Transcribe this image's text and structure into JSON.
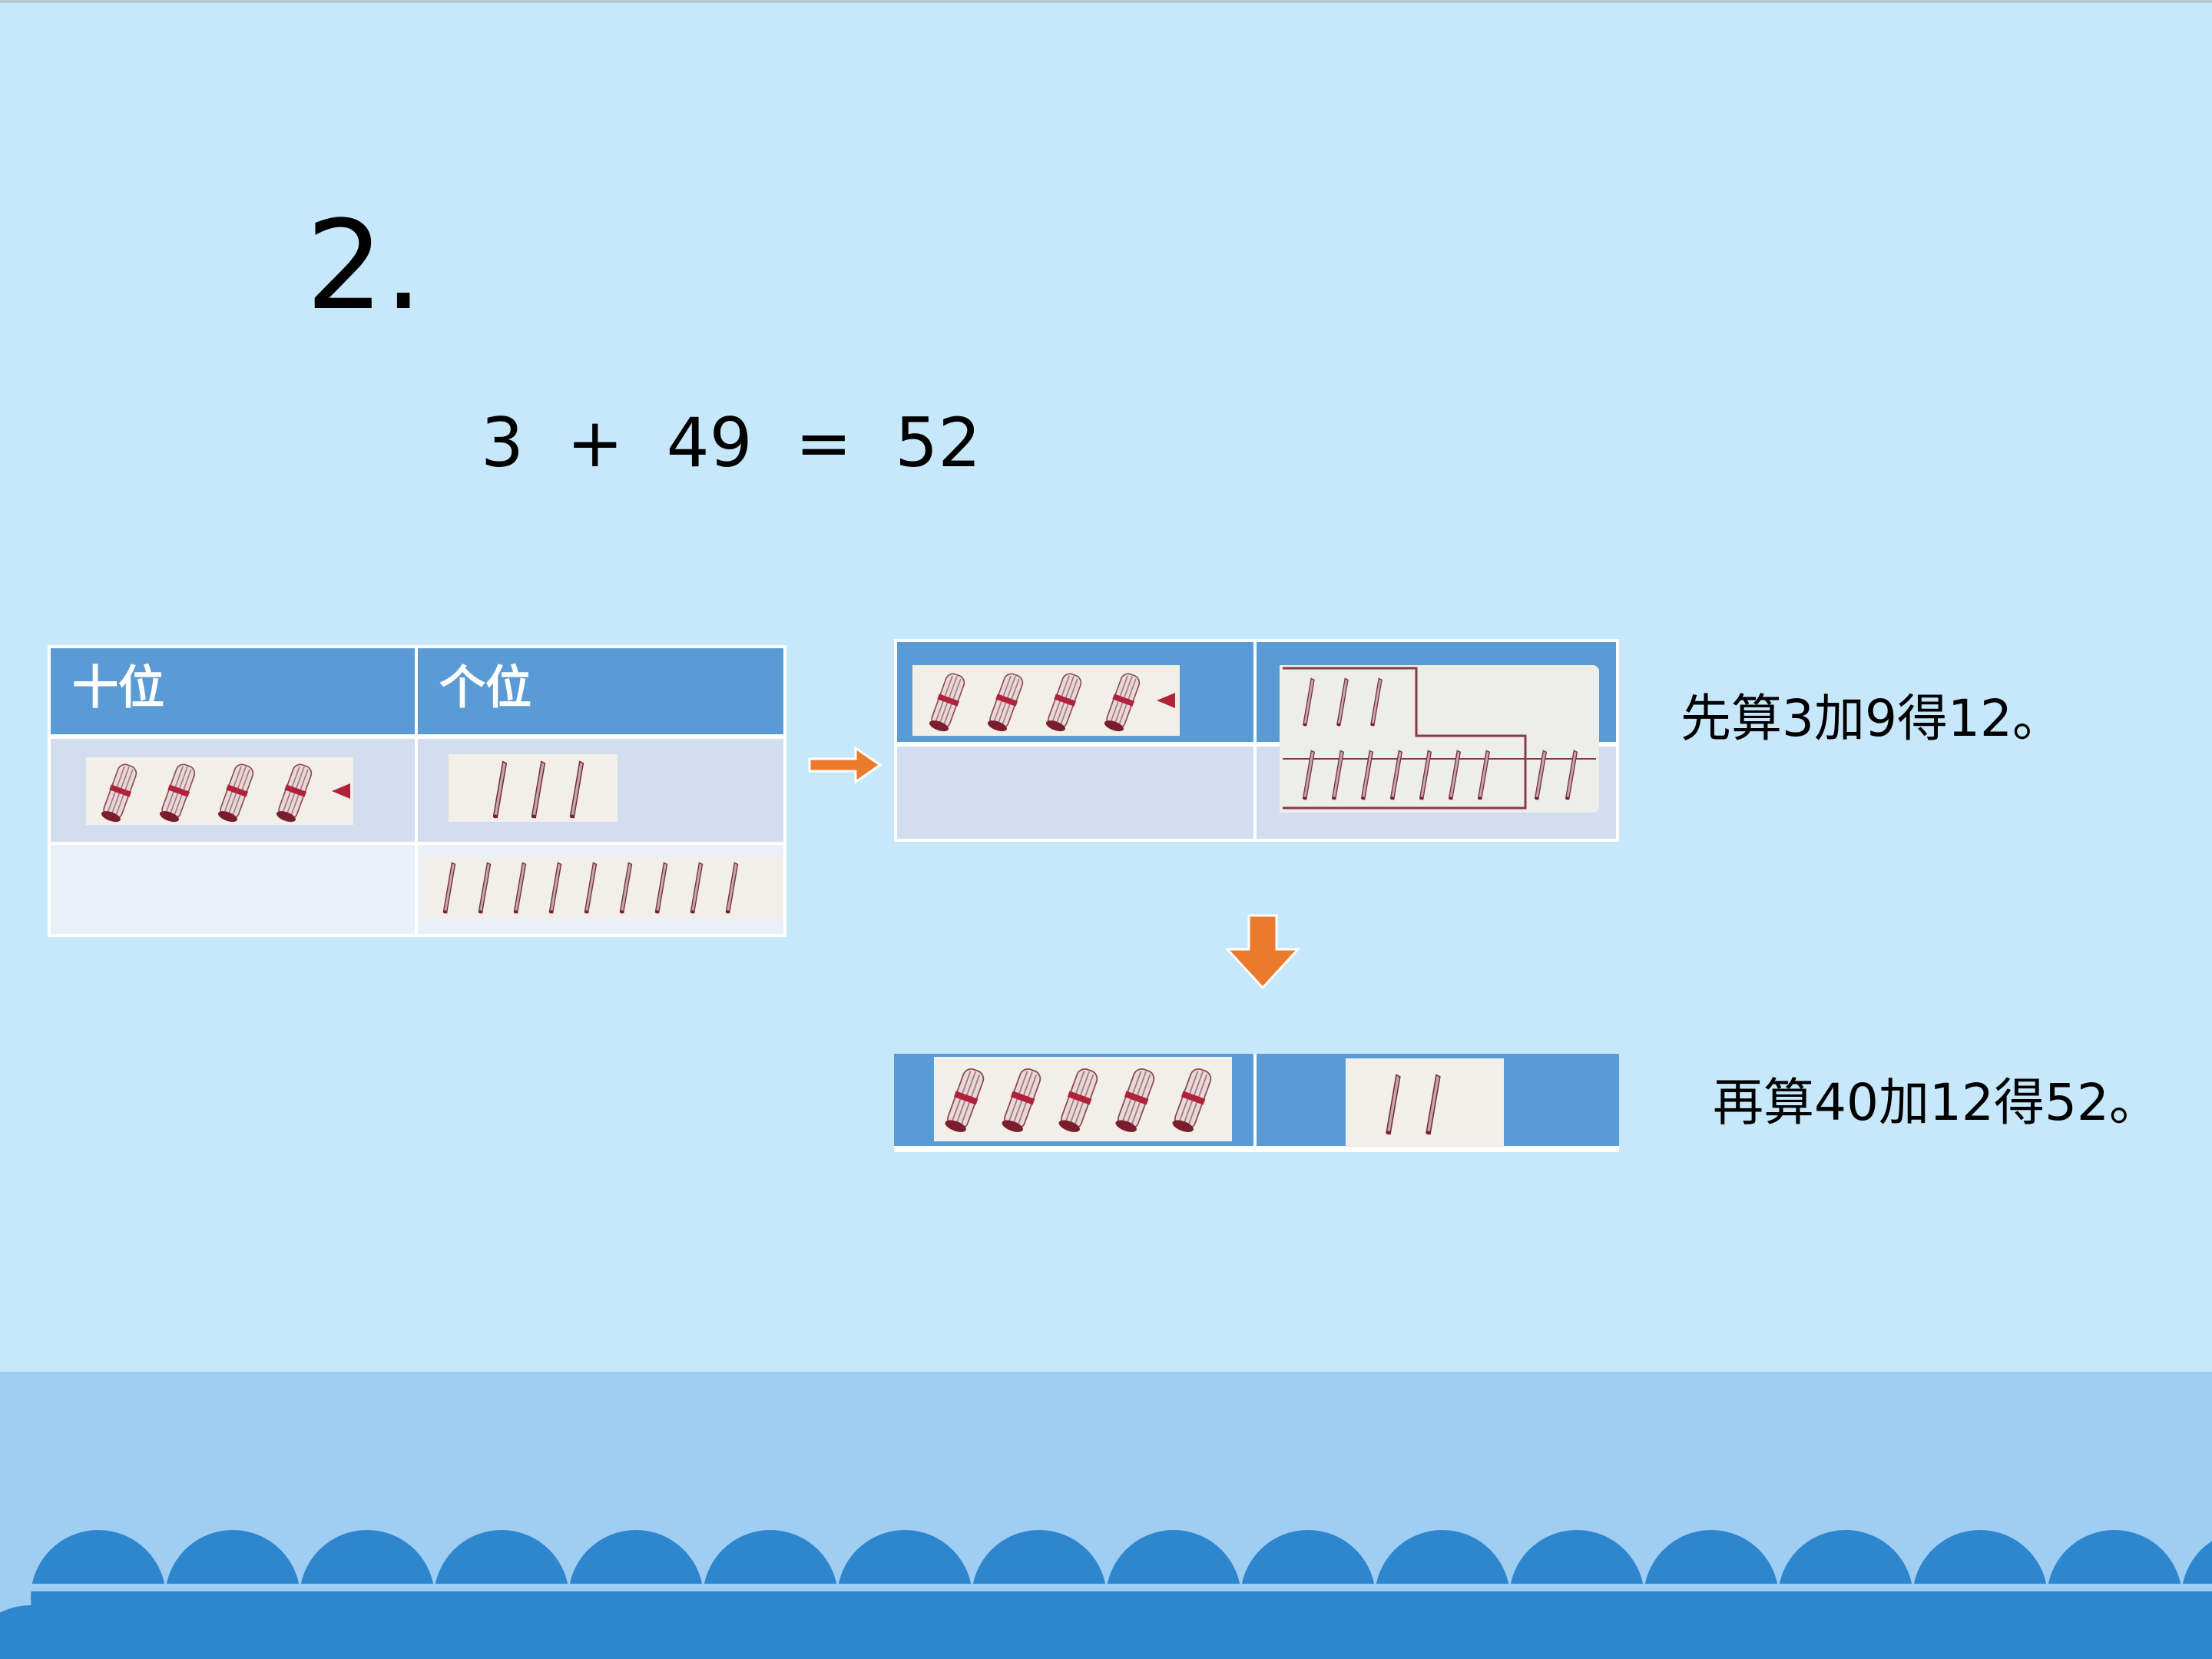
{
  "slide": {
    "title": "2.",
    "equation": "3  +  49  =  52",
    "place_value_table": {
      "headers": [
        "十位",
        "个位"
      ],
      "rows": [
        {
          "tens_bundles": 4,
          "ones_sticks": 3
        },
        {
          "tens_bundles": 0,
          "ones_sticks": 9
        }
      ]
    },
    "step1": {
      "tens_bundles": 4,
      "ones_sticks_group_a": 3,
      "ones_sticks_group_b": 9,
      "caption": "先算3加9得12。"
    },
    "step2": {
      "tens_bundles": 5,
      "ones_sticks": 2,
      "caption": "再算40加12得52。"
    },
    "colors": {
      "background": "#c7e8fb",
      "header_blue": "#5b9bd5",
      "row_light": "#d2def0",
      "row_lighter": "#eaf0f8",
      "arrow_orange": "#ec7a2c",
      "wave_blue": "#2e86cf",
      "band_blue": "#a0cdf2"
    },
    "icons": [
      "bundle-of-ten-sticks-icon",
      "counting-stick-icon",
      "arrow-right-icon",
      "arrow-down-icon"
    ]
  }
}
